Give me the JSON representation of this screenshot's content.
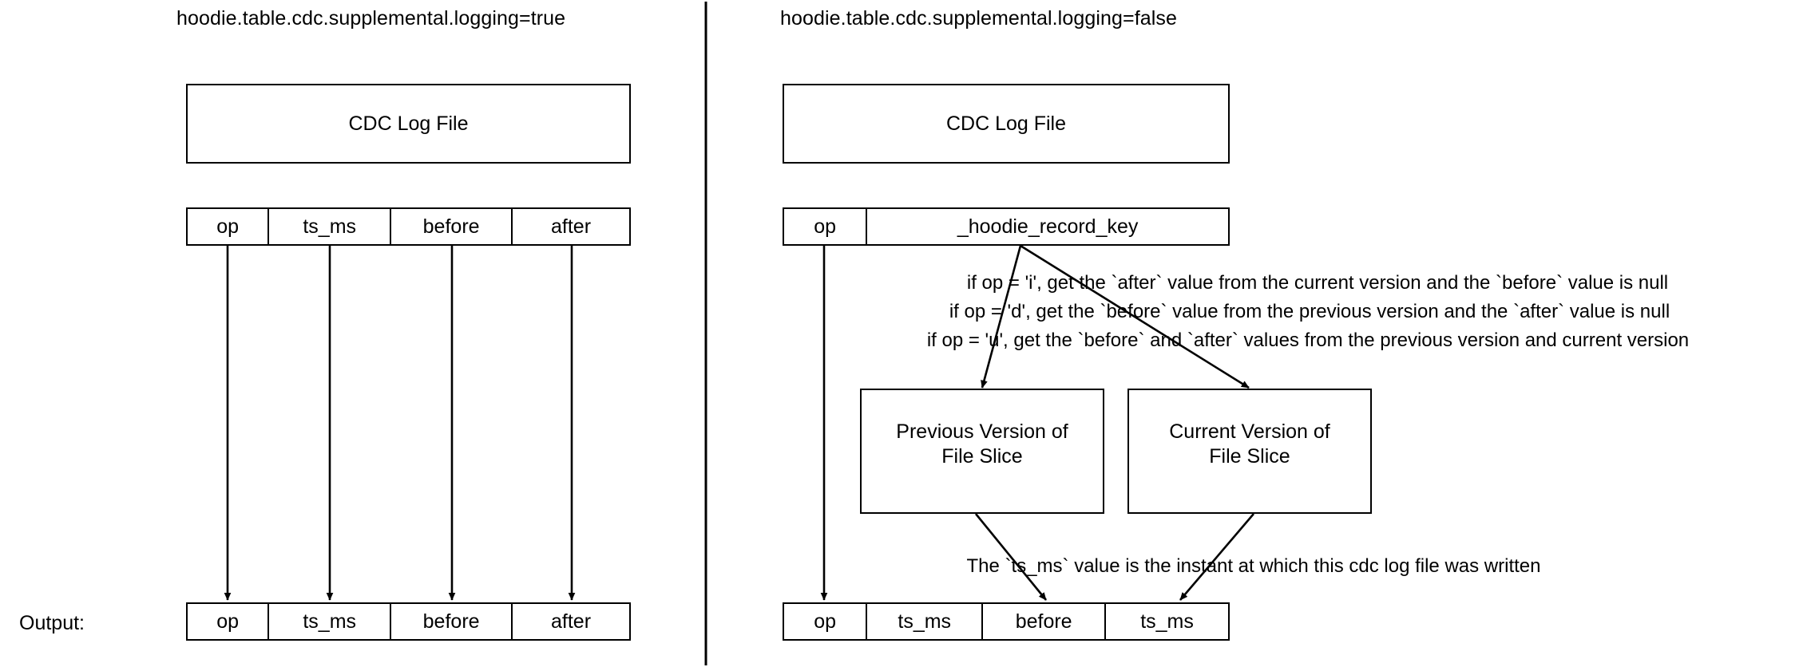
{
  "diagram": {
    "title_left": "hoodie.table.cdc.supplemental.logging=true",
    "title_right": "hoodie.table.cdc.supplemental.logging=false",
    "divider_name": "panel-divider"
  },
  "left_panel": {
    "log_box_label": "CDC Log File",
    "schema_columns": [
      "op",
      "ts_ms",
      "before",
      "after"
    ],
    "output_label": "Output:",
    "output_columns": [
      "op",
      "ts_ms",
      "before",
      "after"
    ]
  },
  "right_panel": {
    "log_box_label": "CDC Log File",
    "schema_columns": [
      "op",
      "_hoodie_record_key"
    ],
    "rules": [
      "if op = 'i', get the `after` value from the current version and the `before` value is null",
      "if op = 'd', get the `before` value from the previous version  and the `after` value is null",
      "if op = 'u', get the `before` and `after` values from the previous version and current version"
    ],
    "previous_version_box": "Previous Version of\nFile Slice",
    "previous_version_line1": "Previous Version of",
    "previous_version_line2": "File Slice",
    "current_version_box": "Current Version of\nFile Slice",
    "current_version_line1": "Current Version of",
    "current_version_line2": "File Slice",
    "ts_ms_note": "The `ts_ms` value is the instant at which this cdc log file was written",
    "output_columns": [
      "op",
      "ts_ms",
      "before",
      "ts_ms"
    ]
  },
  "colors": {
    "stroke": "#000000",
    "background": "#ffffff",
    "text": "#000000"
  }
}
